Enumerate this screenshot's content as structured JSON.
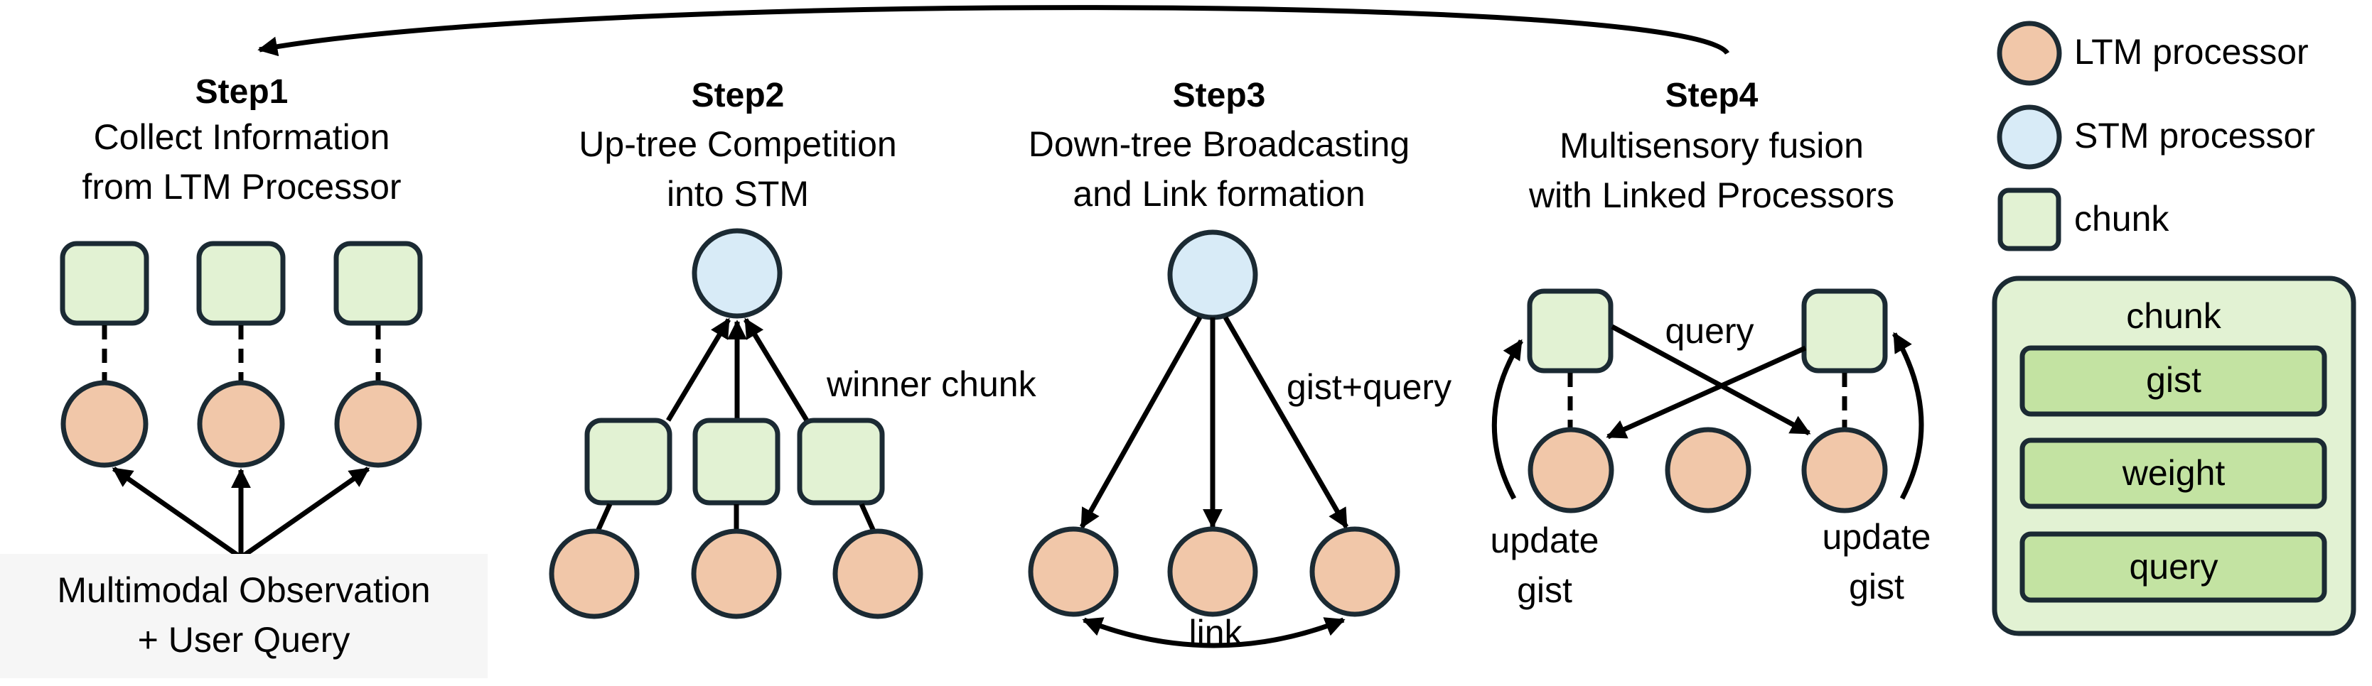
{
  "steps": [
    {
      "title": "Step1",
      "lines": [
        "Collect Information",
        "from LTM Processor"
      ]
    },
    {
      "title": "Step2",
      "lines": [
        "Up-tree Competition",
        "into STM"
      ]
    },
    {
      "title": "Step3",
      "lines": [
        "Down-tree Broadcasting",
        "and Link formation"
      ]
    },
    {
      "title": "Step4",
      "lines": [
        "Multisensory fusion",
        "with Linked Processors"
      ]
    }
  ],
  "labels": {
    "observation_line1": "Multimodal Observation",
    "observation_line2": "+ User Query",
    "winner_chunk": "winner chunk",
    "gist_query": "gist+query",
    "link": "link",
    "query": "query",
    "update_left_1": "update",
    "update_left_2": "gist",
    "update_right_1": "update",
    "update_right_2": "gist"
  },
  "legend": {
    "ltm": "LTM processor",
    "stm": "STM processor",
    "chunk": "chunk",
    "chunk_box_title": "chunk",
    "fields": [
      "gist",
      "weight",
      "query"
    ]
  },
  "colors": {
    "ltm_fill": "#f1c7a9",
    "stm_fill": "#d8ebf7",
    "chunk_fill": "#e2f2d3",
    "field_fill": "#c3e3a2",
    "outline": "#1b2a33"
  }
}
